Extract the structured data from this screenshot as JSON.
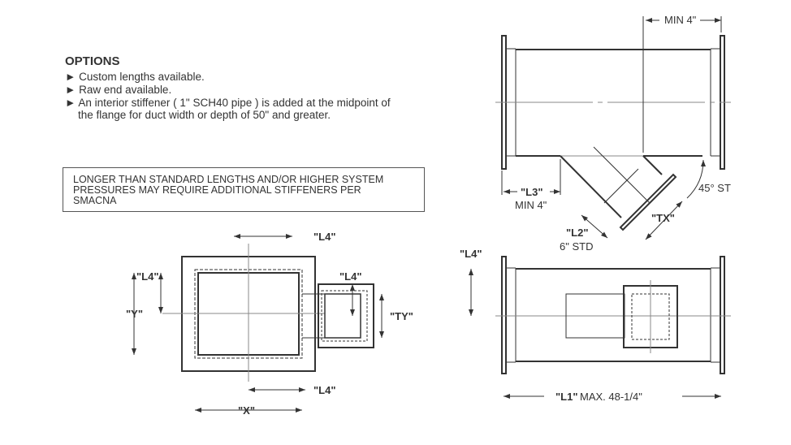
{
  "options": {
    "title": "OPTIONS",
    "items": [
      "Custom lengths available.",
      "Raw end available.",
      "An interior stiffener ( 1\" SCH40 pipe ) is added at the midpoint of",
      "the flange for duct width or depth of 50\" and greater."
    ]
  },
  "note": {
    "lines": [
      "LONGER THAN STANDARD LENGTHS AND/OR HIGHER SYSTEM",
      "PRESSURES MAY REQUIRE ADDITIONAL STIFFENERS PER",
      "SMACNA"
    ]
  },
  "front_view": {
    "l4_top": "\"L4\"",
    "l4_left": "\"L4\"",
    "y": "\"Y\"",
    "l4_right": "\"L4\"",
    "ty": "\"TY\"",
    "l4_bottom": "\"L4\"",
    "x": "\"X\""
  },
  "top_view": {
    "min4_top": "MIN 4\"",
    "l3": "\"L3\"",
    "l3_min": "MIN 4\"",
    "l2": "\"L2\"",
    "l2_std": "6\" STD",
    "tx": "\"TX\"",
    "angle": "45° ST"
  },
  "side_view": {
    "l4": "\"L4\"",
    "l1": "\"L1\"",
    "l1_max": "MAX. 48-1/4\""
  }
}
